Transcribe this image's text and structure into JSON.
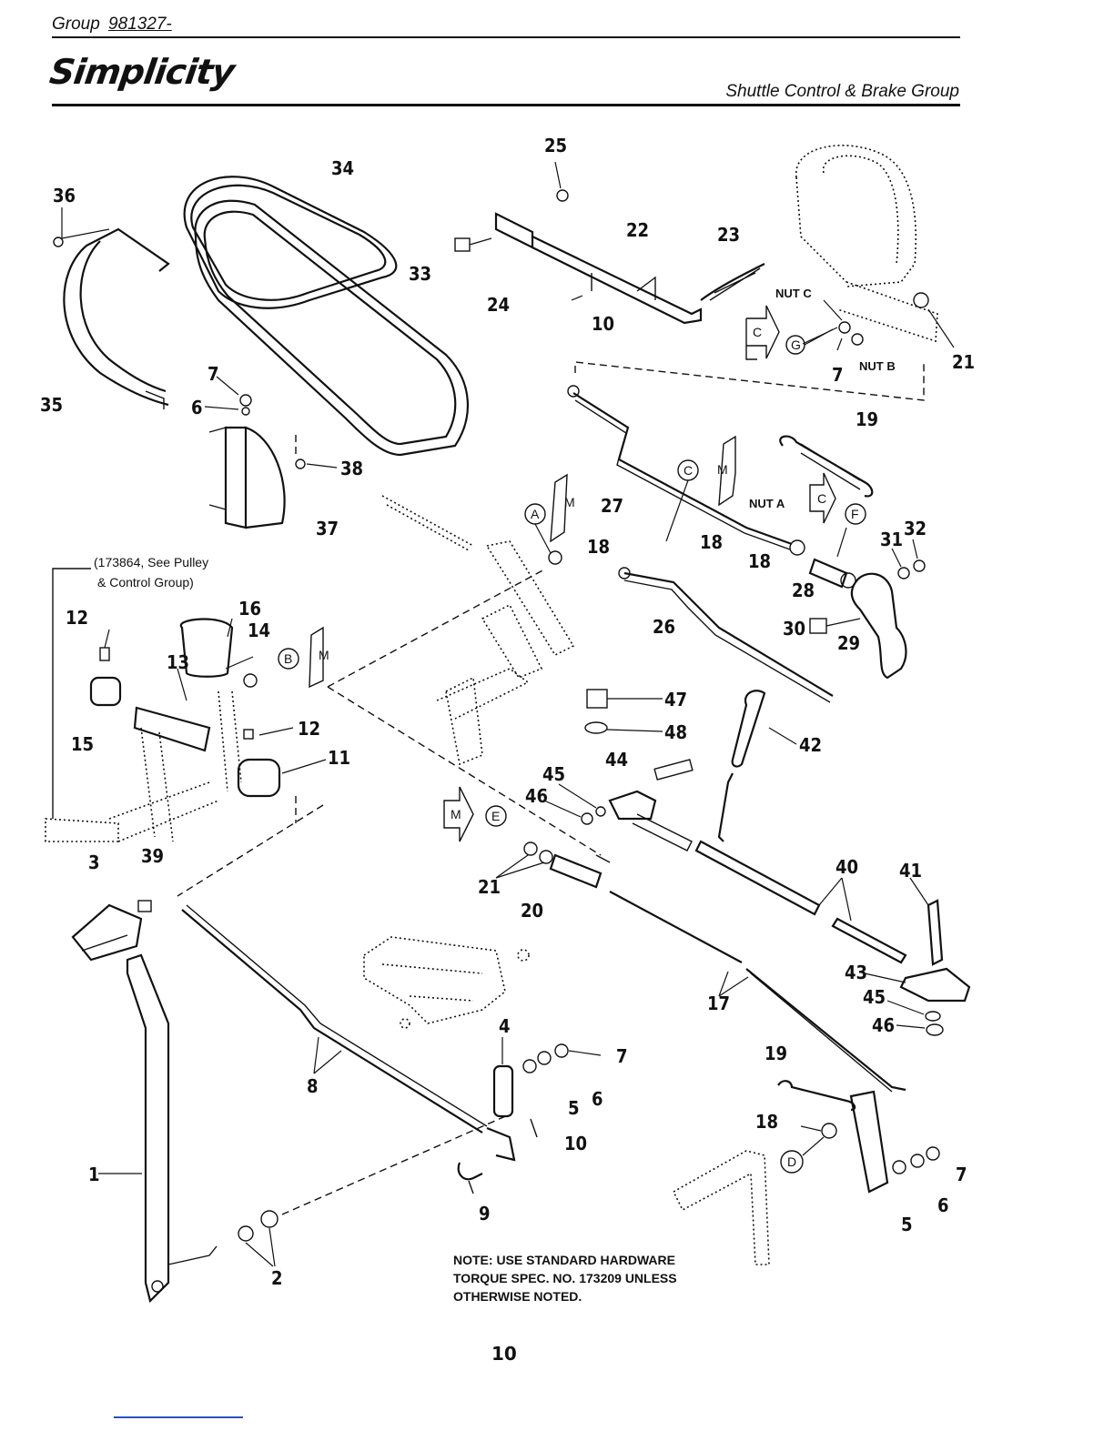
{
  "header": {
    "group_label": "Group",
    "group_number": "981327-",
    "brand": "Simplicity",
    "section_title": "Shuttle Control & Brake Group"
  },
  "callouts": {
    "c1": "1",
    "c2": "2",
    "c3": "3",
    "c4": "4",
    "c5": "5",
    "c5b": "5",
    "c6": "6",
    "c6b": "6",
    "c6c": "6",
    "c7": "7",
    "c7b": "7",
    "c7c": "7",
    "c7d": "7",
    "c8": "8",
    "c9": "9",
    "c10": "10",
    "c10b": "10",
    "c11": "11",
    "c12": "12",
    "c12b": "12",
    "c13": "13",
    "c14": "14",
    "c15": "15",
    "c16": "16",
    "c17": "17",
    "c18": "18",
    "c18b": "18",
    "c18c": "18",
    "c18d": "18",
    "c19": "19",
    "c19b": "19",
    "c20": "20",
    "c21": "21",
    "c21b": "21",
    "c22": "22",
    "c23": "23",
    "c24": "24",
    "c25": "25",
    "c26": "26",
    "c27": "27",
    "c28": "28",
    "c29": "29",
    "c30": "30",
    "c31": "31",
    "c32": "32",
    "c33": "33",
    "c34": "34",
    "c35": "35",
    "c36": "36",
    "c37": "37",
    "c38": "38",
    "c39": "39",
    "c40": "40",
    "c41": "41",
    "c42": "42",
    "c43": "43",
    "c45": "45",
    "c45b": "45",
    "c46": "46",
    "c46b": "46",
    "c44": "44",
    "c47": "47",
    "c48": "48"
  },
  "nuts": {
    "nut_a": "NUT A",
    "nut_b": "NUT B",
    "nut_c": "NUT C"
  },
  "refs": {
    "A": "A",
    "B": "B",
    "C": "C",
    "D": "D",
    "E": "E",
    "F": "F",
    "G": "G",
    "M": "M"
  },
  "pulley_ref": {
    "line1": "(173864, See Pulley",
    "line2": "& Control Group)"
  },
  "note": {
    "line1": "NOTE: USE STANDARD HARDWARE",
    "line2": "TORQUE SPEC. NO. 173209 UNLESS",
    "line3": "OTHERWISE NOTED."
  },
  "page_number": "10"
}
